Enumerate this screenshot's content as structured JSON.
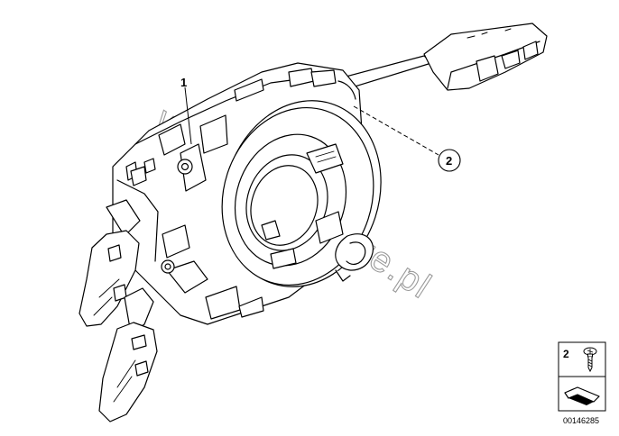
{
  "diagram": {
    "callouts": [
      {
        "id": "1",
        "label": "1"
      },
      {
        "id": "2",
        "label": "2"
      }
    ],
    "watermark": "www.BMWstore.pl",
    "legend": {
      "item_number": "2",
      "item_icon": "screw-icon",
      "nav_icon": "jump-arrow-icon"
    },
    "image_code": "00146285"
  }
}
